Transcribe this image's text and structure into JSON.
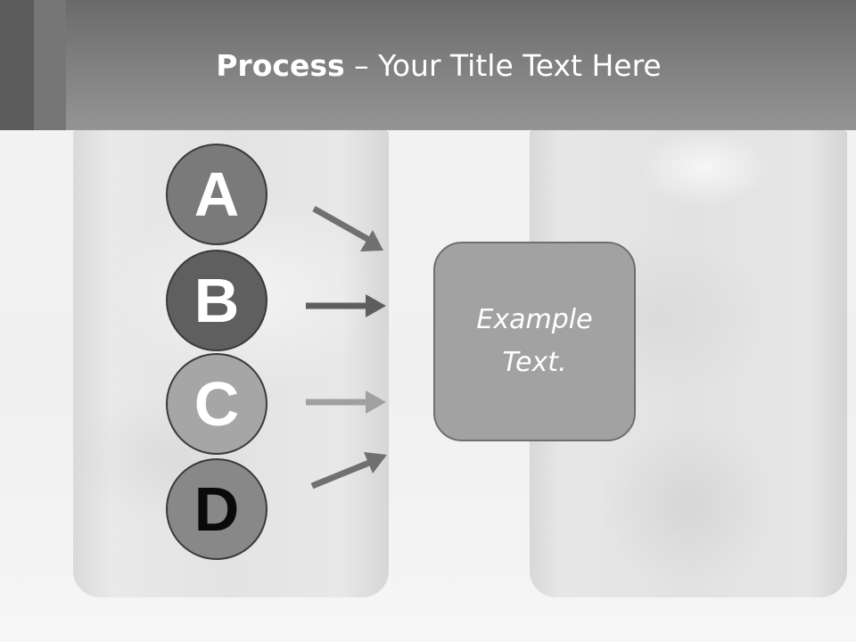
{
  "header": {
    "title_bold": "Process",
    "title_rest": " – Your Title Text Here"
  },
  "steps": [
    {
      "label": "A"
    },
    {
      "label": "B"
    },
    {
      "label": "C"
    },
    {
      "label": "D"
    }
  ],
  "box": {
    "text": "Example Text."
  },
  "colors": {
    "header": "#7e7e7e",
    "circle_a": "#7a7a7a",
    "circle_b": "#5f5f5f",
    "circle_c": "#a6a6a6",
    "circle_d": "#888888",
    "box": "#a2a2a2"
  }
}
